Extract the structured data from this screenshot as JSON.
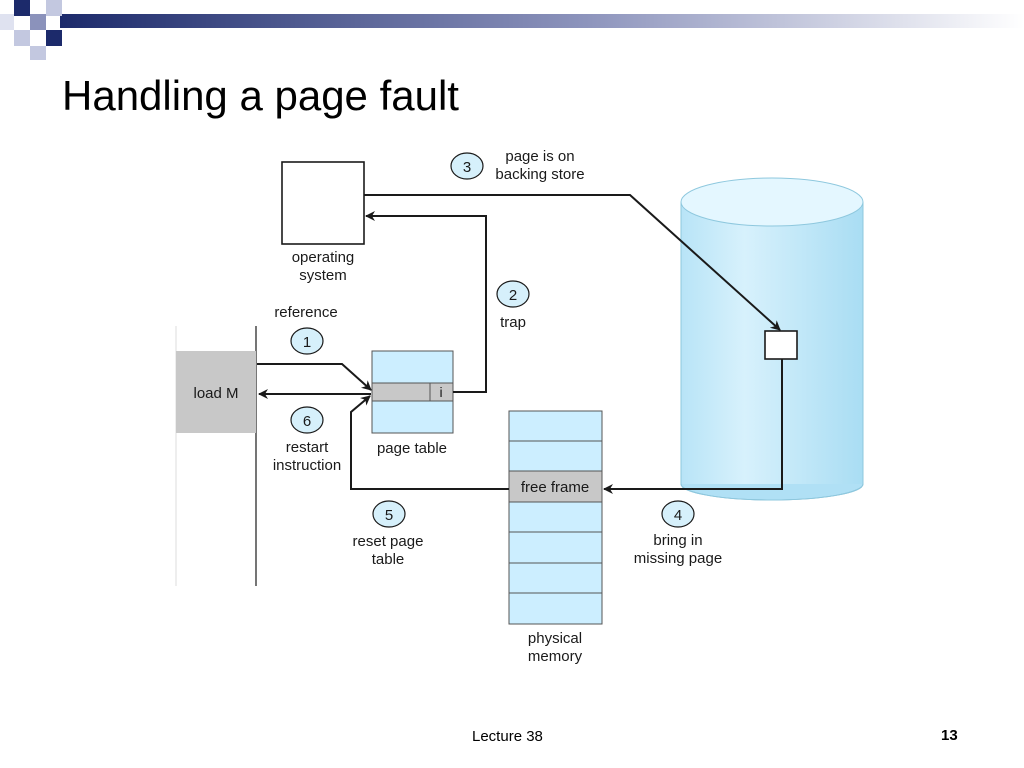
{
  "slide": {
    "title": "Handling a page fault",
    "footer": "Lecture 38",
    "page_number": "13"
  },
  "colors": {
    "header_navy": "#1c2a6b",
    "light_blue": "#cceeff",
    "gray": "#c8c8c8",
    "arrow": "#1a1a1a"
  },
  "diagram": {
    "os_label_line1": "operating",
    "os_label_line2": "system",
    "reference_label": "reference",
    "load_label": "load M",
    "page_table_label": "page table",
    "page_table_bit": "i",
    "free_frame_label": "free frame",
    "physical_memory_line1": "physical",
    "physical_memory_line2": "memory",
    "steps": [
      {
        "num": "1",
        "label_lines": []
      },
      {
        "num": "2",
        "label_lines": [
          "trap"
        ]
      },
      {
        "num": "3",
        "label_lines": [
          "page is on",
          "backing store"
        ]
      },
      {
        "num": "4",
        "label_lines": [
          "bring in",
          "missing page"
        ]
      },
      {
        "num": "5",
        "label_lines": [
          "reset page",
          "table"
        ]
      },
      {
        "num": "6",
        "label_lines": [
          "restart",
          "instruction"
        ]
      }
    ]
  }
}
